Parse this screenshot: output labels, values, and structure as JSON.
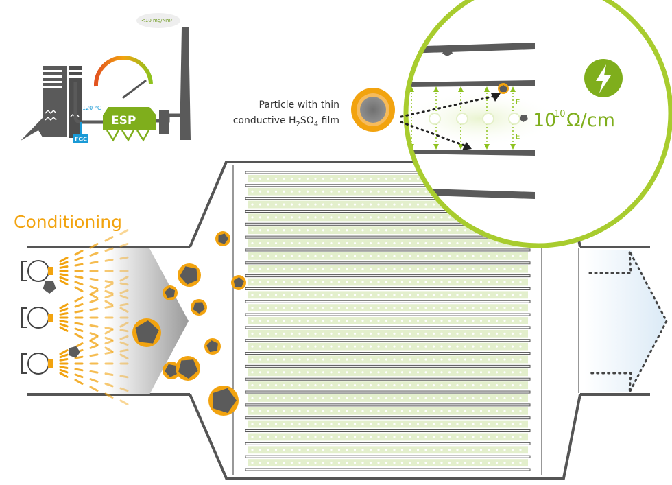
{
  "title": "Conditioning",
  "particle_label": {
    "line1": "Particle with thin",
    "line2_prefix": "conductive H",
    "sub1": "2",
    "mid": "SO",
    "sub2": "4",
    "suffix": " film"
  },
  "plant": {
    "emission_label": "<10 mg/Nm³",
    "temperature_label": "120 °C",
    "fgc_label": "FGC",
    "esp_label": "ESP"
  },
  "resistivity": {
    "base": "10",
    "exponent": "10",
    "unit": "Ω/cm"
  },
  "field_label": "E",
  "icons": [
    "lightning-icon",
    "spray-nozzle-icon",
    "particle-icon",
    "stack-icon",
    "gauge-icon"
  ],
  "colors": {
    "accent_orange": "#f2a30f",
    "accent_green": "#8ec21e",
    "lens_border": "#a8cc2e",
    "fgc_blue": "#1a9ad6",
    "plant_gray": "#5a5a5a",
    "particle_gray": "#5b5b5b"
  }
}
